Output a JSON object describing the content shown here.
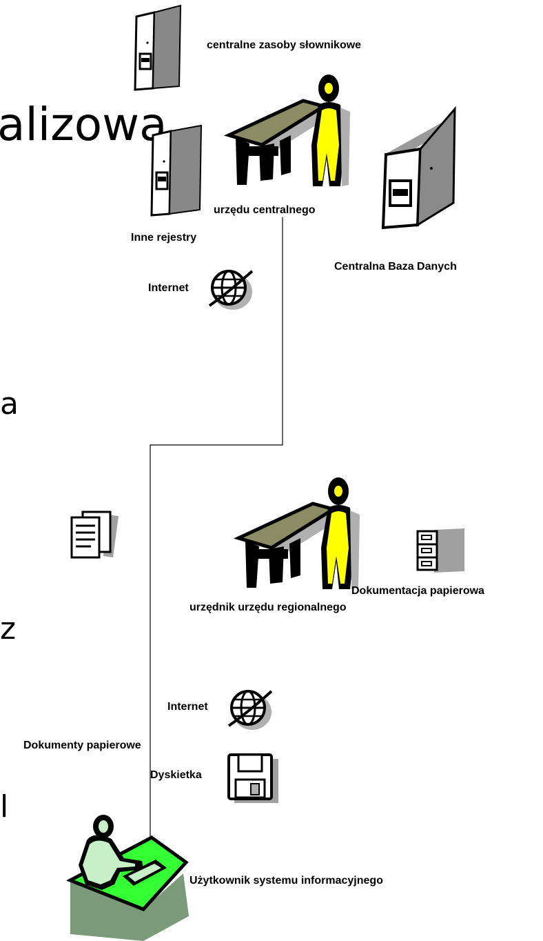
{
  "background_text": {
    "fragment_1": "alizowa",
    "fragment_2": "a",
    "fragment_3": "z",
    "fragment_4": "l"
  },
  "labels": {
    "central_dictionaries": "centralne  zasoby słownikowe",
    "central_office": "urzędu centralnego",
    "other_registers": "Inne rejestry",
    "central_db": "Centralna Baza Danych",
    "internet_top": "Internet",
    "paper_docs_archive": "Dokumentacja papierowa",
    "regional_clerk": "urzędnik urzędu regionalnego",
    "internet_bottom": "Internet",
    "paper_documents": "Dokumenty papierowe",
    "floppy": "Dyskietka",
    "system_user": "Użytkownik systemu informacyjnego"
  },
  "colors": {
    "person_fill": "#ffff00",
    "desk_top": "#8c8c64",
    "server_front": "#ffffff",
    "server_side": "#9a9a9a",
    "user_desk": "#33ff33",
    "user_person": "#c8f0c8",
    "user_desk_front": "#7a9a7a",
    "shadow": "#b0b0b0"
  },
  "icons": [
    "server-icon",
    "person-at-desk-icon",
    "globe-icon",
    "filing-cabinet-icon",
    "documents-icon",
    "floppy-disk-icon",
    "user-at-computer-icon"
  ]
}
